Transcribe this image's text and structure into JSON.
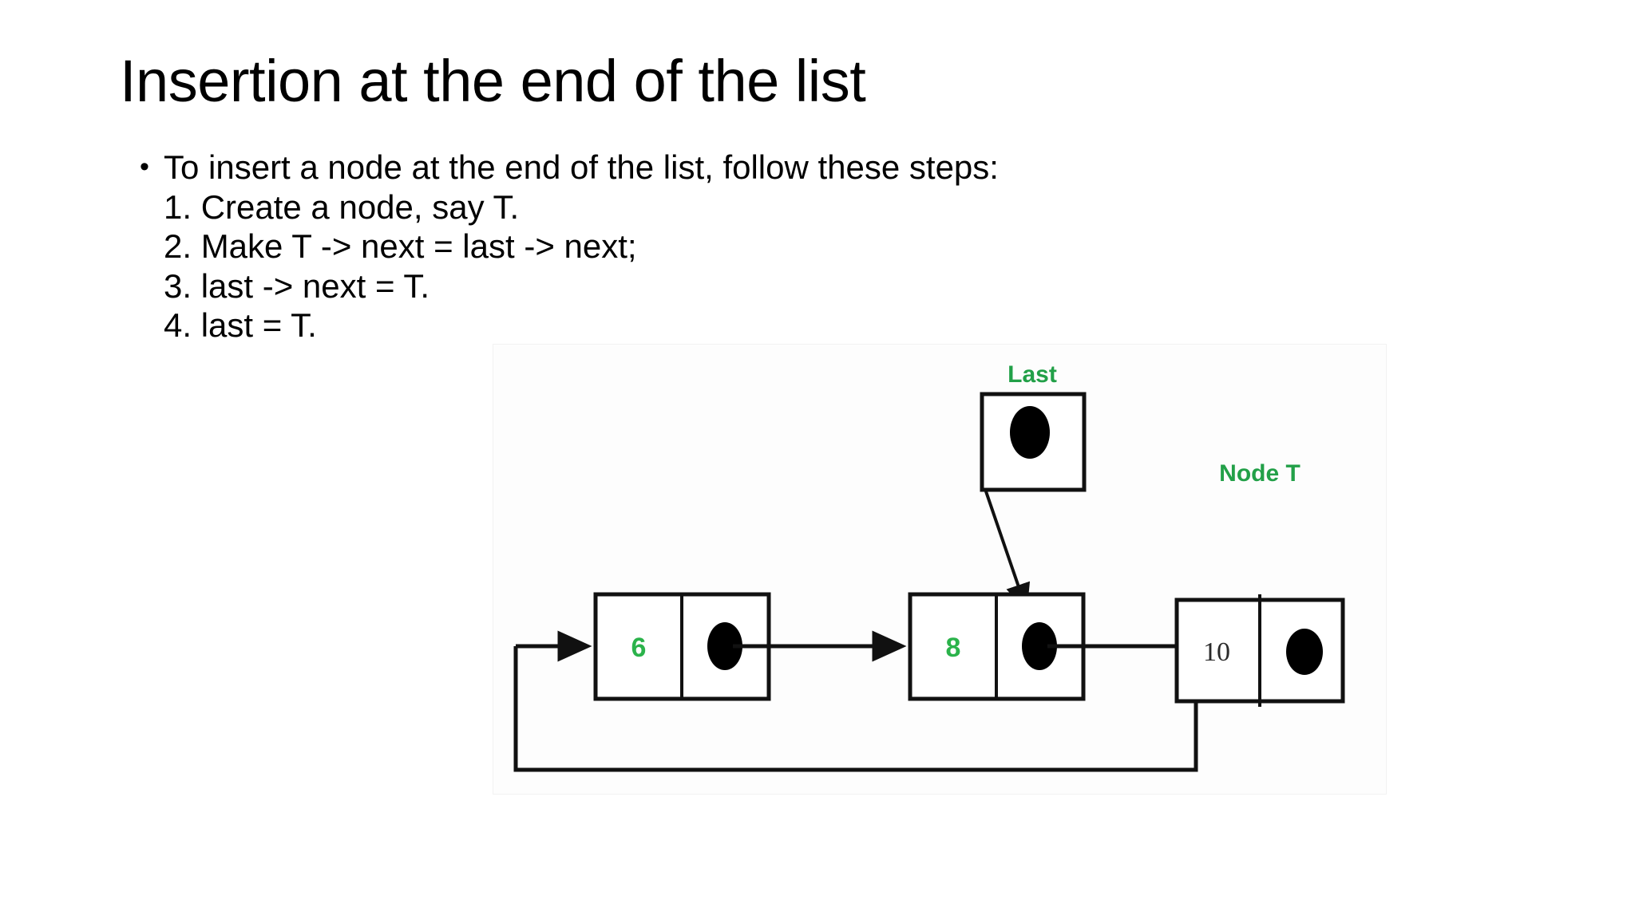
{
  "slide": {
    "title": "Insertion at the end of the list",
    "bullet_marker": "•",
    "intro": "To insert a node at the end of the list, follow these steps:",
    "steps": [
      "1. Create a node, say T.",
      "2. Make T -> next = last -> next;",
      "3. last -> next = T.",
      "4. last = T."
    ]
  },
  "diagram": {
    "labels": {
      "last": "Last",
      "node_t": "Node T"
    },
    "nodes": [
      {
        "id": "node-6",
        "value": "6",
        "value_color": "#2bb34b"
      },
      {
        "id": "node-8",
        "value": "8",
        "value_color": "#2bb34b"
      },
      {
        "id": "node-t",
        "value": "10",
        "value_color": "#2b2b2b"
      }
    ],
    "colors": {
      "label_green": "#22a048",
      "stroke": "#111111",
      "pointer_dot": "#000000",
      "panel_background": "#fdfdfd"
    },
    "connections": [
      "last-pointer-to-node-8",
      "node-6-next-to-node-8",
      "node-8-next-loops-back-to-node-6"
    ]
  }
}
